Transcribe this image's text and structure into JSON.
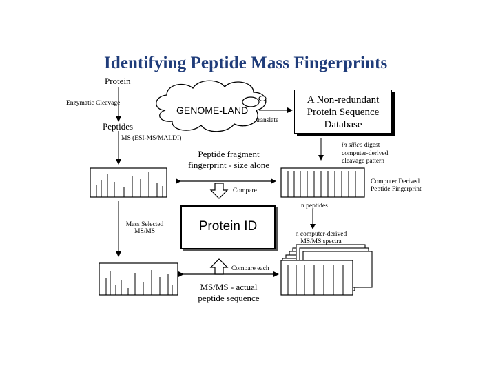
{
  "title": "Identifying Peptide Mass Fingerprints",
  "left_column": {
    "protein": "Protein",
    "enzymatic_cleavage": "Enzymatic Cleavage",
    "peptides": "Peptides",
    "ms_method": "MS (ESI-MS/MALDI)",
    "mass_selected_1": "Mass Selected",
    "mass_selected_2": "MS/MS"
  },
  "cloud": {
    "label": "GENOME-LAND",
    "translate": "translate"
  },
  "database_box": {
    "line1": "A Non-redundant",
    "line2": "Protein Sequence",
    "line3": "Database"
  },
  "digest": {
    "in_silico": "in silico",
    "digest": " digest",
    "line2": "computer-derived",
    "line3": "cleavage pattern"
  },
  "fingerprint": {
    "line1": "Peptide fragment",
    "line2": "fingerprint - size alone"
  },
  "compare": "Compare",
  "computer_derived": {
    "line1": "Computer Derived",
    "line2": "Peptide Fingerprint"
  },
  "n_peptides": "n peptides",
  "protein_id": "Protein ID",
  "n_computer_derived": {
    "line1": "n computer-derived",
    "line2": "MS/MS spectra"
  },
  "compare_each": "Compare each",
  "msms_actual": {
    "line1": "MS/MS - actual",
    "line2": "peptide sequence"
  },
  "colors": {
    "title": "#1f3c7a",
    "ink": "#000000"
  }
}
